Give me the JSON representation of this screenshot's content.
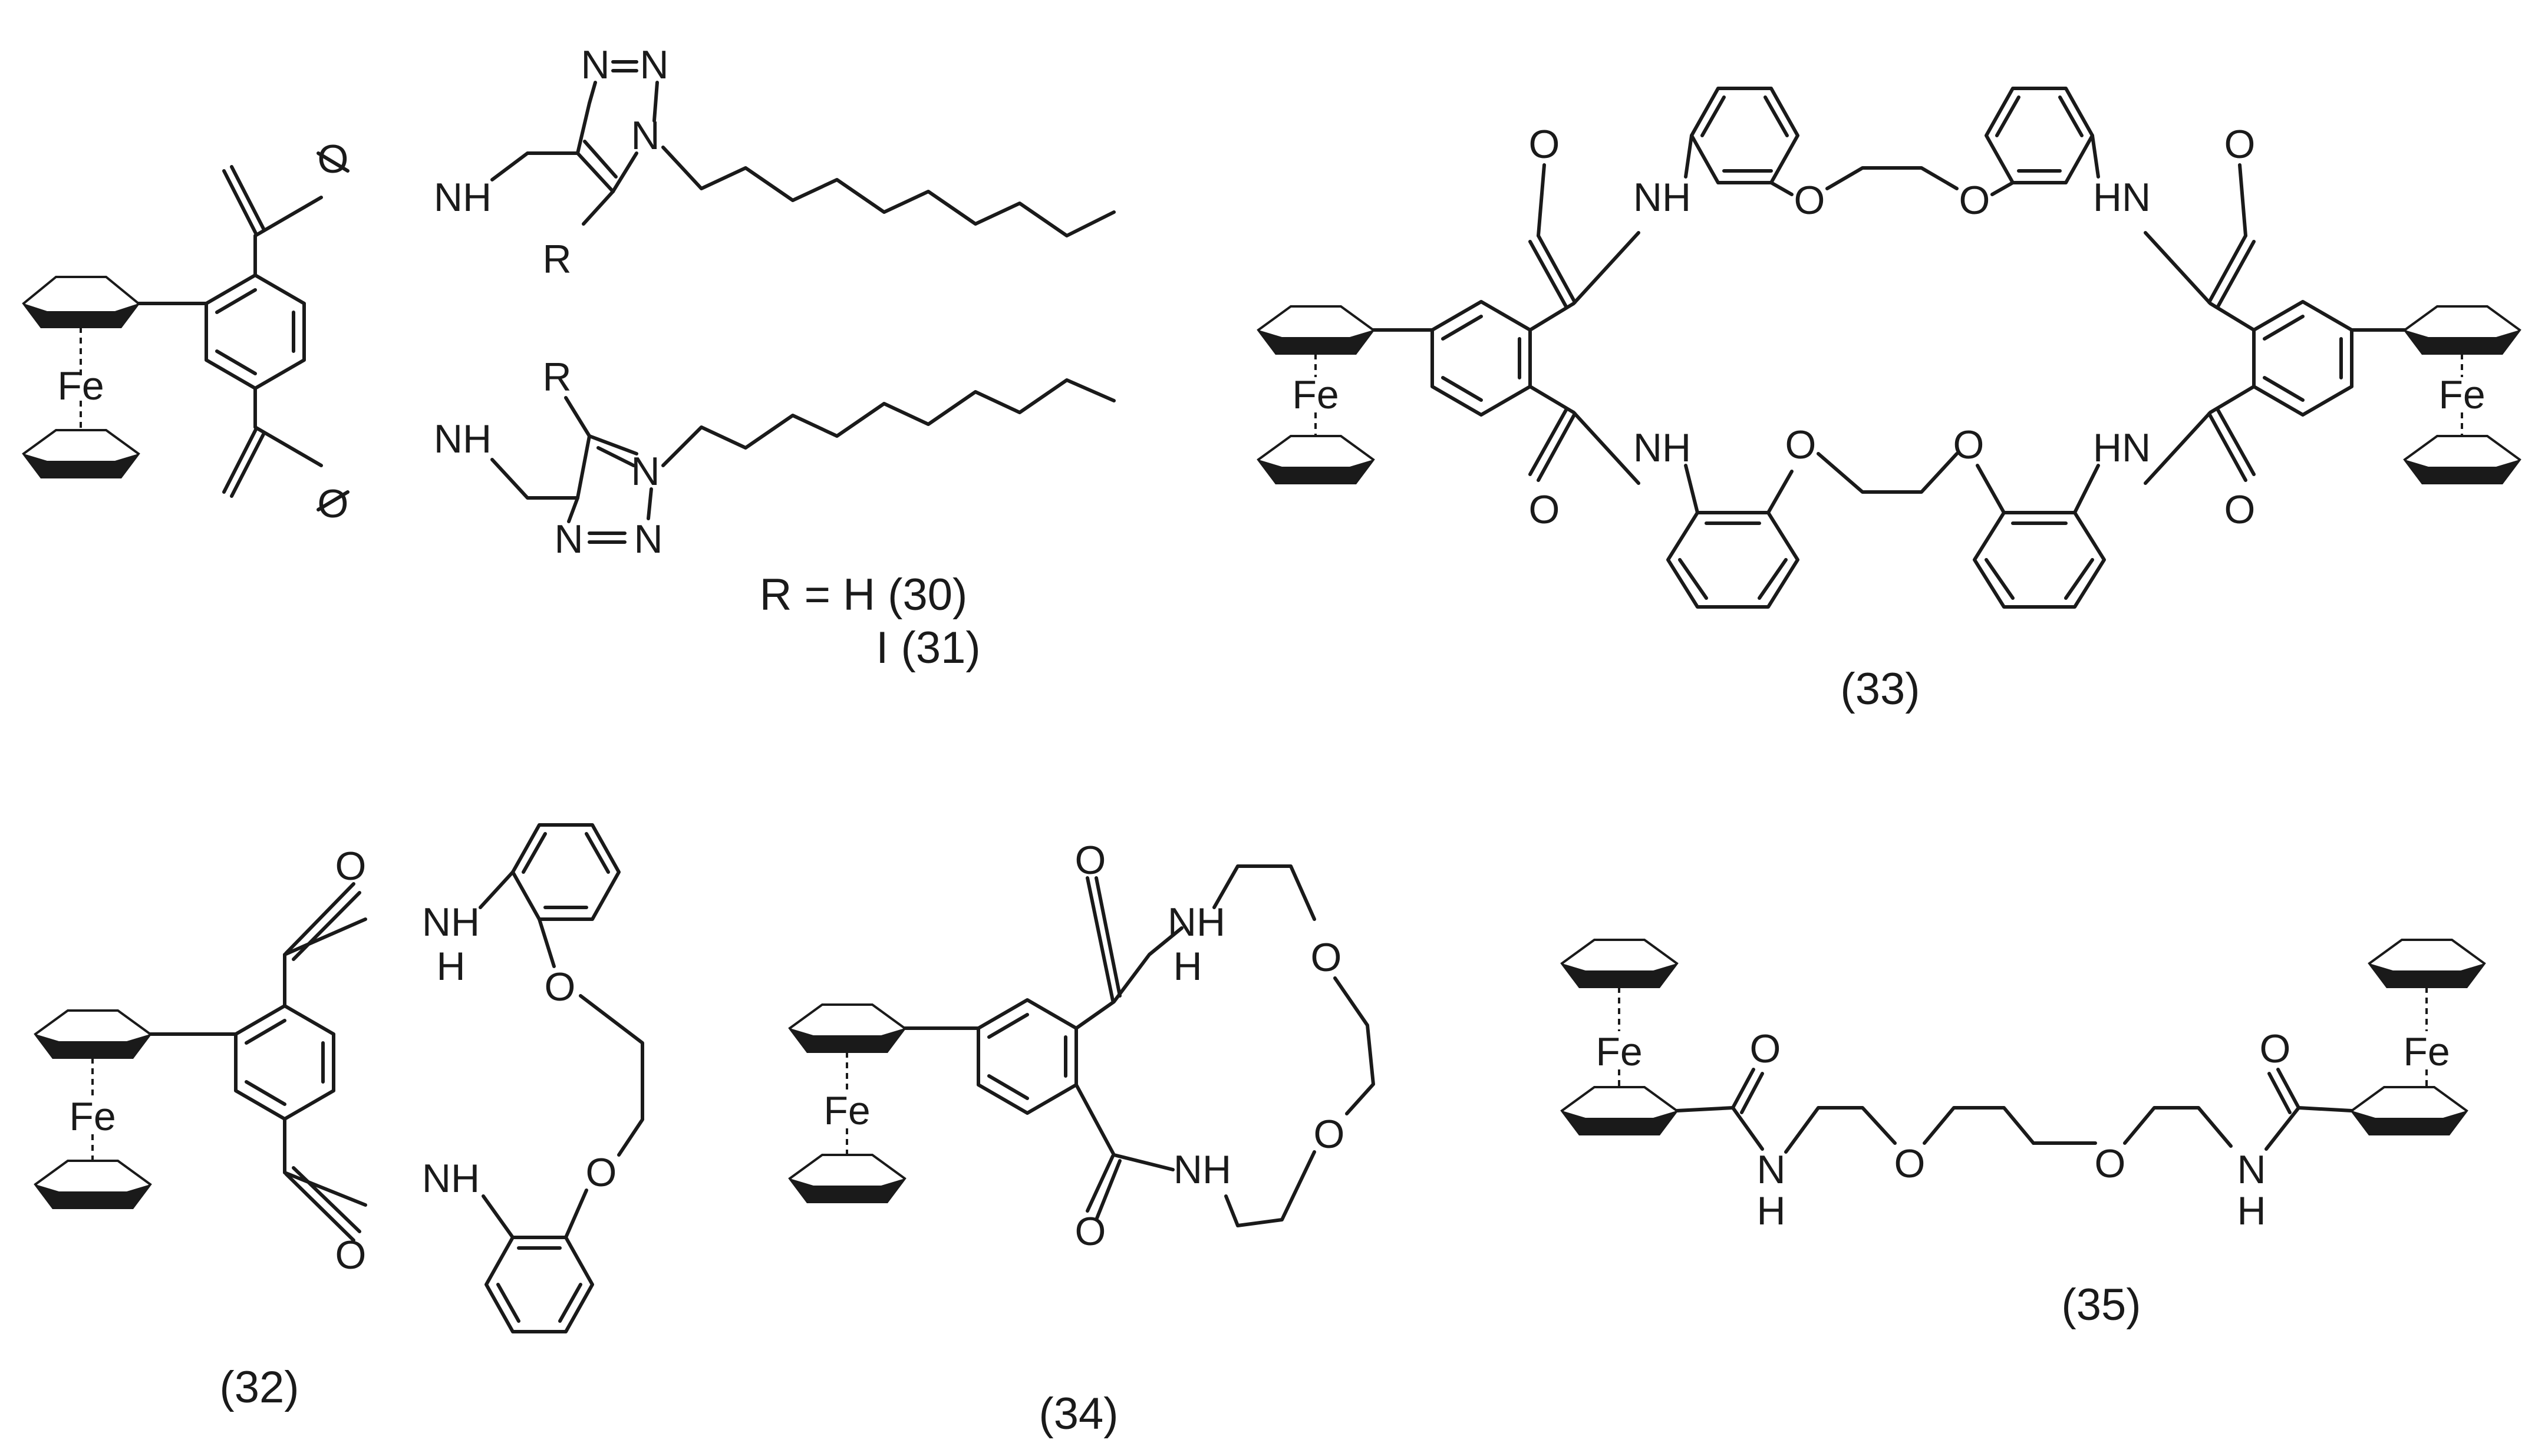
{
  "atoms": {
    "O": "O",
    "NH": "NH",
    "HN": "HN",
    "N": "N",
    "H": "H",
    "R": "R",
    "Fe": "Fe"
  },
  "captions": {
    "c30_31": {
      "line1_prefix": "R = H (",
      "line1_num": "30",
      "line1_suffix": ")",
      "line2_prefix": "I (",
      "line2_num": "31",
      "line2_suffix": ")"
    },
    "c32": {
      "open": "(",
      "num": "32",
      "close": ")"
    },
    "c33": {
      "open": "(",
      "num": "33",
      "close": ")"
    },
    "c34": {
      "open": "(",
      "num": "34",
      "close": ")"
    },
    "c35": {
      "open": "(",
      "num": "35",
      "close": ")"
    }
  }
}
